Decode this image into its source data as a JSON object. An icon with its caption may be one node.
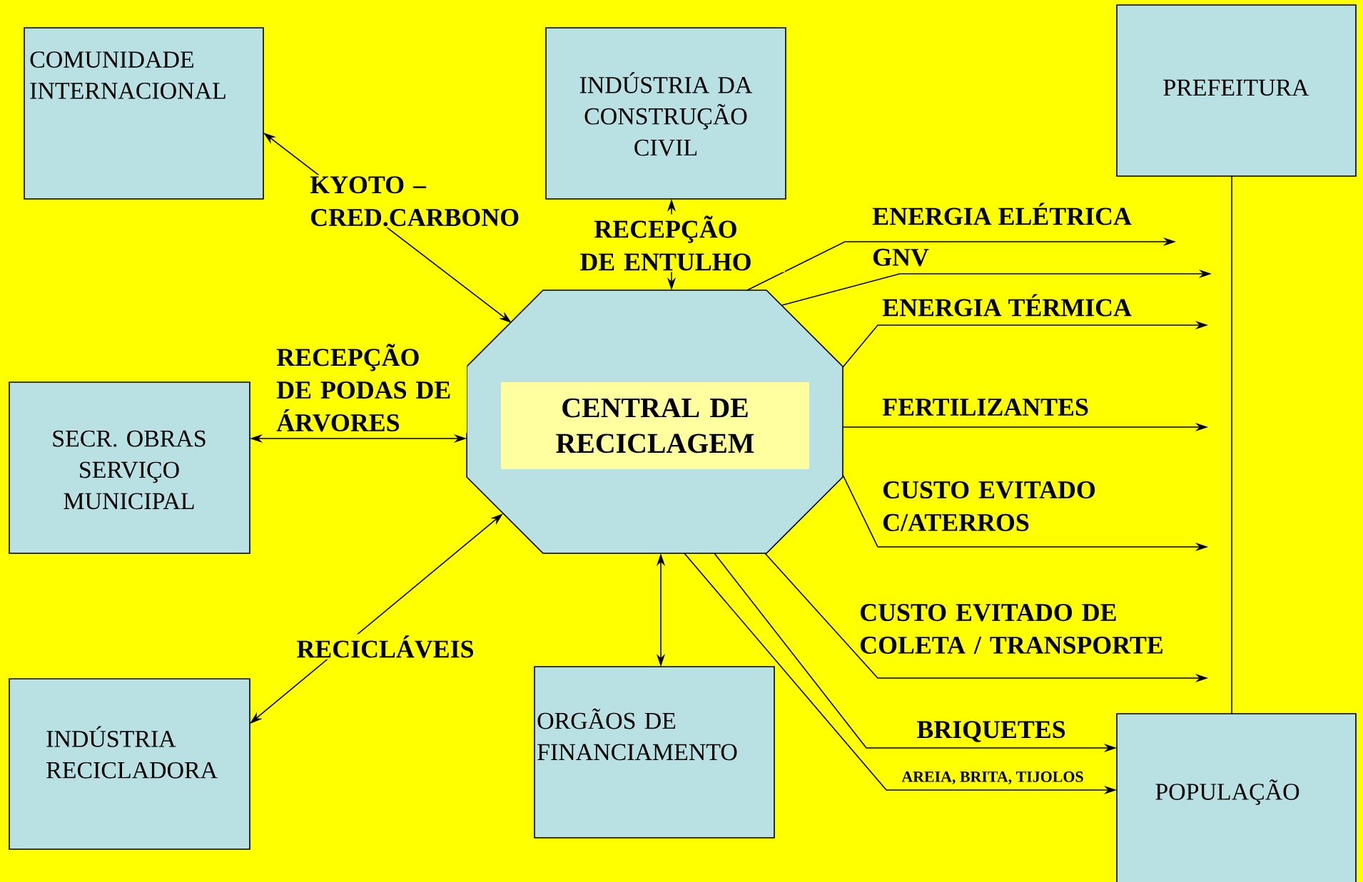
{
  "diagram": {
    "nodes": [
      {
        "text": [
          "COMUNIDADE INTERNACIONAL"
        ]
      },
      {
        "text": [
          "INDÚSTRIA DA CONSTRUÇÃO CIVIL"
        ]
      },
      {
        "text": [
          "PREFEITURA"
        ]
      },
      {
        "text": [
          "CENTRAL DE RECICLAGEM"
        ]
      },
      {
        "text": [
          "SECR. OBRAS SERVIÇO MUNICIPAL"
        ]
      },
      {
        "text": [
          "INDÚSTRIA RECICLADORA"
        ]
      },
      {
        "text": [
          "ORGÃOS DE FINANCIAMENTO"
        ]
      },
      {
        "text": [
          "POPULAÇÃO"
        ]
      }
    ],
    "edges": [
      {
        "from": 0,
        "to": 3,
        "arrow": "both",
        "label": "KYOTO – CRED.CARBONO"
      },
      {
        "from": 1,
        "to": 3,
        "arrow": "both",
        "label": "RECEPÇÃO DE ENTULHO"
      },
      {
        "from": 4,
        "to": 3,
        "arrow": "both",
        "label": "RECEPÇÃO DE PODAS DE ÁRVORES"
      },
      {
        "from": 5,
        "to": 3,
        "arrow": "both",
        "label": "RECICLÁVEIS"
      },
      {
        "from": 6,
        "to": 3,
        "arrow": "both"
      },
      {
        "from": 3,
        "to": null,
        "arrow": "to",
        "label": "ENERGIA ELÉTRICA"
      },
      {
        "from": 3,
        "to": null,
        "arrow": "to",
        "label": "GNV"
      },
      {
        "from": 3,
        "to": null,
        "arrow": "to",
        "label": "ENERGIA TÉRMICA"
      },
      {
        "from": 3,
        "to": null,
        "arrow": "to",
        "label": "FERTILIZANTES"
      },
      {
        "from": 3,
        "to": null,
        "arrow": "to",
        "label": "CUSTO EVITADO C/ATERROS"
      },
      {
        "from": 3,
        "to": null,
        "arrow": "to",
        "label": "CUSTO EVITADO DE COLETA / TRANSPORTE"
      },
      {
        "from": 3,
        "to": 7,
        "arrow": "to",
        "label": "BRIQUETES"
      },
      {
        "from": 3,
        "to": 7,
        "arrow": "to",
        "label": "AREIA, BRITA, TIJOLOS"
      },
      {
        "from": 2,
        "to": 7,
        "arrow": "none"
      }
    ]
  }
}
